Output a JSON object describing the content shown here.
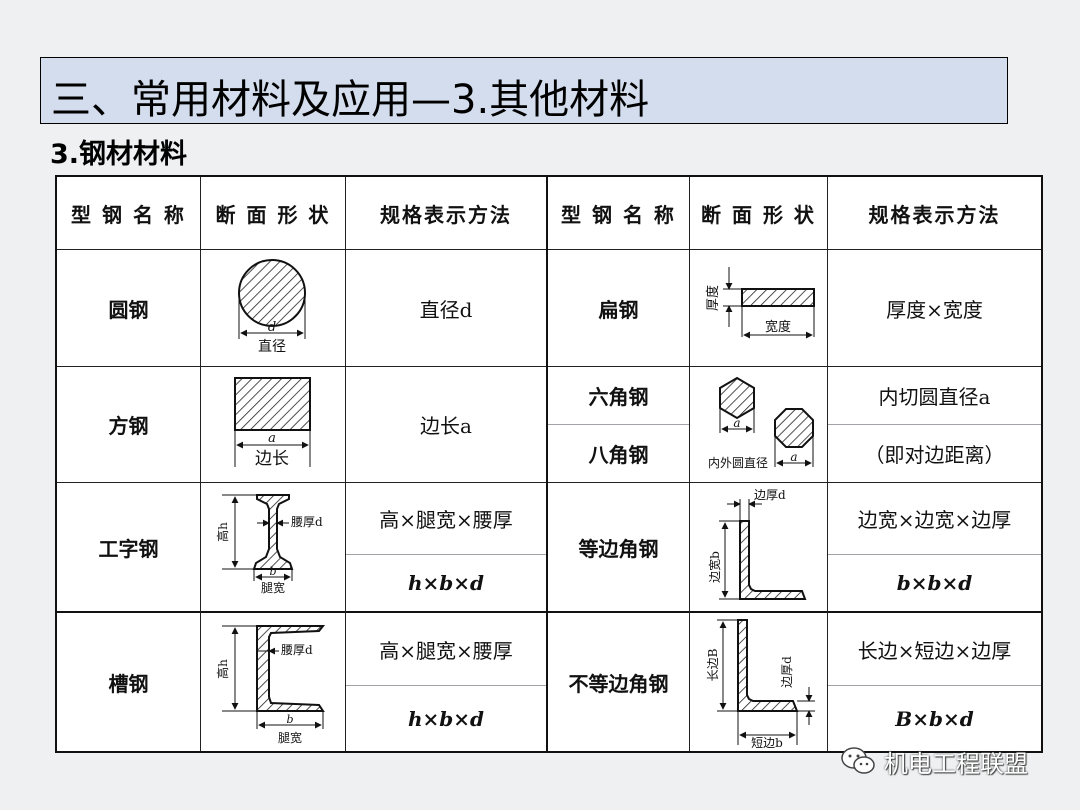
{
  "title": "三、常用材料及应用—3.其他材料",
  "subtitle": "3.钢材材料",
  "headers": [
    "型 钢 名 称",
    "断 面 形 状",
    "规格表示方法",
    "型 钢 名 称",
    "断 面 形 状",
    "规格表示方法"
  ],
  "rows": [
    {
      "left_name": "圆钢",
      "left_spec": "直径d",
      "right_name": "扁钢",
      "right_spec": "厚度×宽度"
    },
    {
      "left_name": "方钢",
      "left_spec": "边长a",
      "right_name_1": "六角钢",
      "right_name_2": "八角钢",
      "right_spec_1": "内切圆直径a",
      "right_spec_2": "（即对边距离）"
    },
    {
      "left_name": "工字钢",
      "left_spec_1": "高×腿宽×腰厚",
      "left_spec_2": "h×b×d",
      "right_name": "等边角钢",
      "right_spec_1": "边宽×边宽×边厚",
      "right_spec_2": "b×b×d"
    },
    {
      "left_name": "槽钢",
      "left_spec_1": "高×腿宽×腰厚",
      "left_spec_2": "h×b×d",
      "right_name": "不等边角钢",
      "right_spec_1": "长边×短边×边厚",
      "right_spec_2": "B×b×d"
    }
  ],
  "diagram_labels": {
    "round_d": "d",
    "round_diameter": "直径",
    "flat_thickness": "厚度",
    "flat_width": "宽度",
    "square_a": "a",
    "square_side": "边长",
    "hex_a": "a",
    "oct_a": "a",
    "circle_dia": "内外圆直径",
    "ibeam_h": "高h",
    "ibeam_d": "腰厚d",
    "ibeam_b": "b",
    "ibeam_leg": "腿宽",
    "angle_d": "边厚d",
    "angle_b": "边宽b",
    "channel_h": "高h",
    "channel_d": "腰厚d",
    "channel_b": "b",
    "channel_leg": "腿宽",
    "uangle_B": "长边B",
    "uangle_d": "边厚d",
    "uangle_b": "短边b"
  },
  "watermark": "机电工程联盟",
  "watermark_icon": "wechat-icon"
}
